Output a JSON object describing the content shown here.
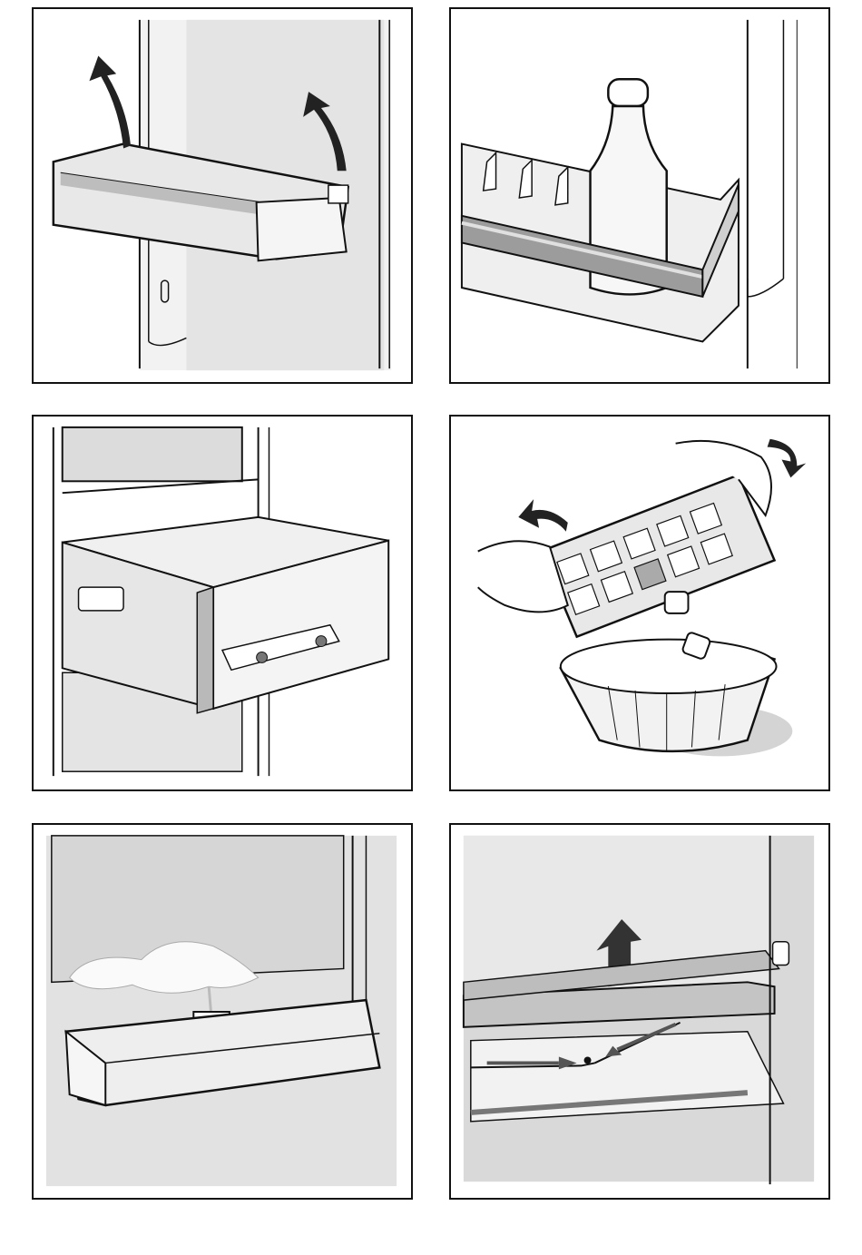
{
  "panels": [
    {
      "id": "p1",
      "icon": "door-shelf-removal-icon"
    },
    {
      "id": "p2",
      "icon": "bottle-shelf-icon"
    },
    {
      "id": "p3",
      "icon": "crisper-drawer-icon"
    },
    {
      "id": "p4",
      "icon": "ice-cube-tray-icon"
    },
    {
      "id": "p5",
      "icon": "spill-cleaning-icon"
    },
    {
      "id": "p6",
      "icon": "drain-channel-icon"
    }
  ],
  "colors": {
    "line": "#111111",
    "shade": "#d9d9d9",
    "light": "#eeeeee",
    "dark": "#888888"
  }
}
